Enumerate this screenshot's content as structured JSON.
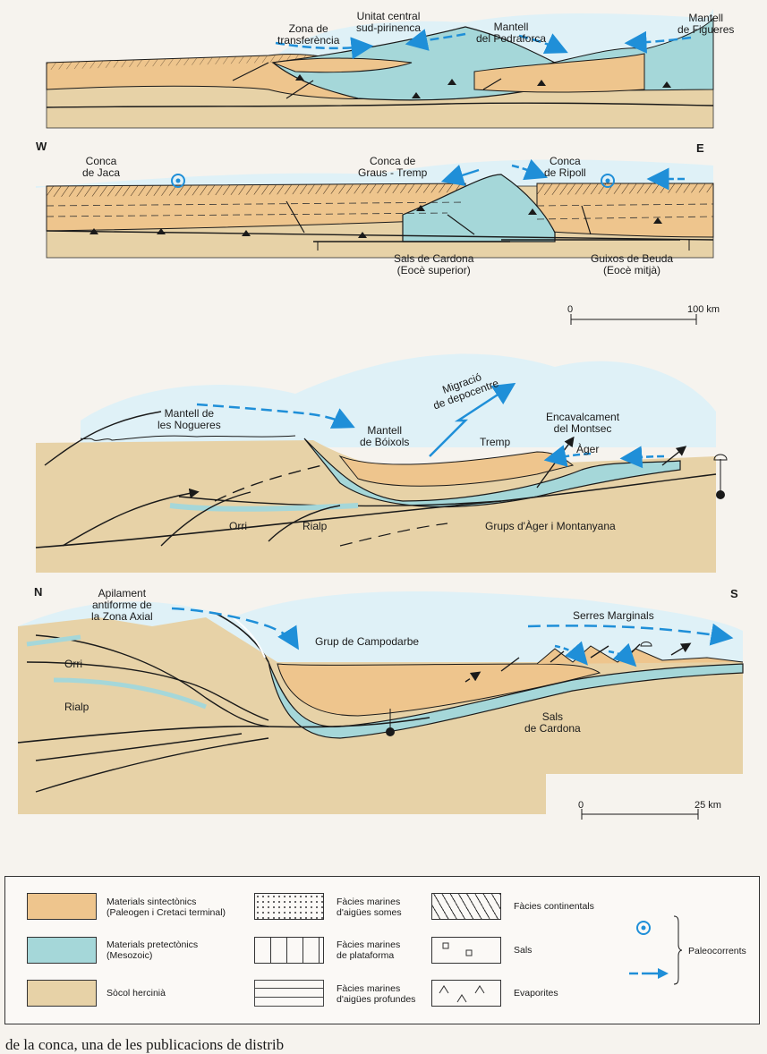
{
  "colors": {
    "syntectonic": "#eec58d",
    "pretectonic": "#a5d7d9",
    "hercinian": "#e7d2a7",
    "sky": "#dff1f7",
    "arrow": "#1f8fd8",
    "line": "#1a1a1a"
  },
  "section1": {
    "labels": [
      {
        "id": "zona-transferencia",
        "text": "Zona de\ntransferència"
      },
      {
        "id": "unitat-central",
        "text": "Unitat central\nsud-pirinenca"
      },
      {
        "id": "mantell-pedraforca",
        "text": "Mantell\ndel Pedraforca"
      },
      {
        "id": "mantell-figueres",
        "text": "Mantell\nde Figueres"
      }
    ]
  },
  "section2": {
    "orient_left": "W",
    "orient_right": "E",
    "labels": [
      {
        "id": "conca-jaca",
        "text": "Conca\nde Jaca"
      },
      {
        "id": "conca-graus",
        "text": "Conca de\nGraus - Tremp"
      },
      {
        "id": "conca-ripoll",
        "text": "Conca\nde Ripoll"
      },
      {
        "id": "sals-cardona",
        "text": "Sals de Cardona\n(Eocè superior)"
      },
      {
        "id": "guixos-beuda",
        "text": "Guixos de Beuda\n(Eocè mitjà)"
      }
    ],
    "scale": {
      "start": "0",
      "end": "100 km"
    }
  },
  "section3": {
    "labels": [
      {
        "id": "mantell-nogueres",
        "text": "Mantell de\nles Nogueres"
      },
      {
        "id": "migracio",
        "text": "Migració\nde depocentre"
      },
      {
        "id": "mantell-boixols",
        "text": "Mantell\nde Bóixols"
      },
      {
        "id": "tremp",
        "text": "Tremp"
      },
      {
        "id": "encavalcament-montsec",
        "text": "Encavalcament\ndel Montsec"
      },
      {
        "id": "ager",
        "text": "Àger"
      },
      {
        "id": "orri",
        "text": "Orri"
      },
      {
        "id": "rialp",
        "text": "Rialp"
      },
      {
        "id": "grups-ager",
        "text": "Grups d'Àger i Montanyana"
      }
    ]
  },
  "section4": {
    "orient_left": "N",
    "orient_right": "S",
    "labels": [
      {
        "id": "apilament",
        "text": "Apilament\nantiforme de\nla Zona Axial"
      },
      {
        "id": "grup-campodarbe",
        "text": "Grup de Campodarbe"
      },
      {
        "id": "serres-marginals",
        "text": "Serres Marginals"
      },
      {
        "id": "orri",
        "text": "Orri"
      },
      {
        "id": "rialp",
        "text": "Rialp"
      },
      {
        "id": "sals-cardona",
        "text": "Sals\nde Cardona"
      }
    ],
    "scale": {
      "start": "0",
      "end": "25 km"
    }
  },
  "legend": {
    "items": [
      {
        "id": "syntectonic",
        "text": "Materials sintectònics\n(Paleogen i Cretaci terminal)"
      },
      {
        "id": "pretectonic",
        "text": "Materials pretectònics\n(Mesozoic)"
      },
      {
        "id": "hercinian",
        "text": "Sòcol hercinià"
      },
      {
        "id": "shallow",
        "text": "Fàcies marines\nd'aigües somes"
      },
      {
        "id": "platform",
        "text": "Fàcies marines\nde plataforma"
      },
      {
        "id": "deep",
        "text": "Fàcies marines\nd'aigües profundes"
      },
      {
        "id": "continental",
        "text": "Fàcies continentals"
      },
      {
        "id": "salts",
        "text": "Sals"
      },
      {
        "id": "evaporites",
        "text": "Evaporites"
      }
    ],
    "paleocurrents": "Paleocorrents"
  },
  "bottom_text": "de la conca,  una de  les  publicacions  de  distrib"
}
